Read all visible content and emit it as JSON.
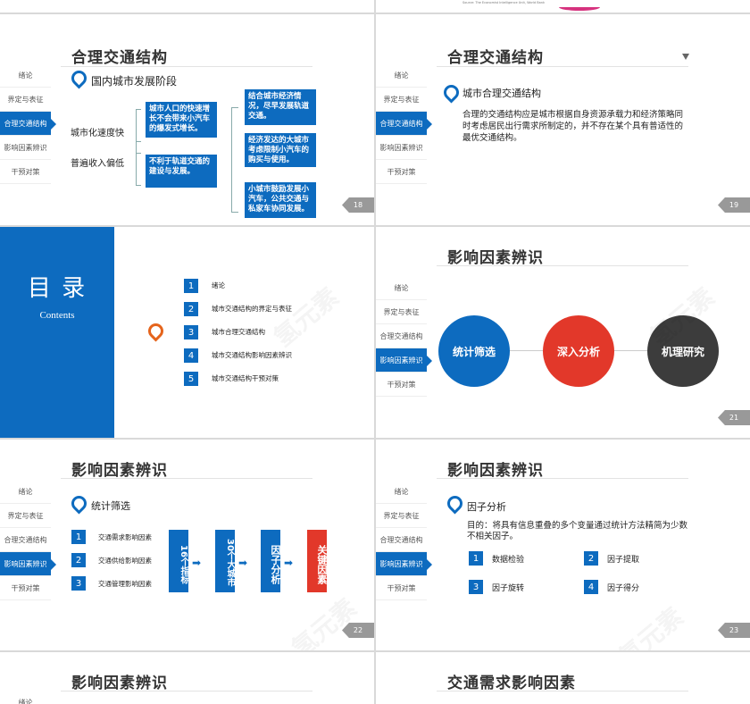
{
  "sidebar_items": [
    "绪论",
    "界定与表征",
    "合理交通结构",
    "影响因素辨识",
    "干预对策"
  ],
  "slide18": {
    "title": "合理交通结构",
    "subtitle": "国内城市发展阶段",
    "left1": "城市化速度快",
    "left2": "普遍收入偏低",
    "box_a": "城市人口的快速增长不会带来小汽车的爆发式增长。",
    "box_b": "不利于轨道交通的建设与发展。",
    "box_c": "经济发达的大城市考虑限制小汽车的购买与使用。",
    "box_d": "结合城市经济情况，尽早发展轨道交通。",
    "box_e": "小城市鼓励发展小汽车，公共交通与私家车协同发展。",
    "page": "18"
  },
  "slide19": {
    "title": "合理交通结构",
    "subtitle": "城市合理交通结构",
    "body": "合理的交通结构应是城市根据自身资源承载力和经济策略同时考虑居民出行需求所制定的，并不存在某个具有普适性的最优交通结构。",
    "page": "19",
    "source_text": "Source: The Economist Intelligence Unit, World Bank"
  },
  "slide20": {
    "title_big": "目 录",
    "title_en": "Contents",
    "items": [
      {
        "num": "1",
        "label": "绪论"
      },
      {
        "num": "2",
        "label": "城市交通结构的界定与表征"
      },
      {
        "num": "3",
        "label": "城市合理交通结构"
      },
      {
        "num": "4",
        "label": "城市交通结构影响因素辨识"
      },
      {
        "num": "5",
        "label": "城市交通结构干预对策"
      }
    ]
  },
  "slide21": {
    "title": "影响因素辨识",
    "c1": "统计筛选",
    "c2": "深入分析",
    "c3": "机理研究",
    "page": "21"
  },
  "slide22": {
    "title": "影响因素辨识",
    "subtitle": "统计筛选",
    "list": [
      {
        "num": "1",
        "label": "交通需求影响因素"
      },
      {
        "num": "2",
        "label": "交通供给影响因素"
      },
      {
        "num": "3",
        "label": "交通管理影响因素"
      }
    ],
    "v1": "16个指标",
    "v2": "30个大城市",
    "v3": "因子分析",
    "v4": "关键因素",
    "page": "22"
  },
  "slide23": {
    "title": "影响因素辨识",
    "subtitle": "因子分析",
    "desc": "目的：将具有信息重叠的多个变量通过统计方法精简为少数不相关因子。",
    "grid": [
      {
        "num": "1",
        "label": "数据检验"
      },
      {
        "num": "2",
        "label": "因子提取"
      },
      {
        "num": "3",
        "label": "因子旋转"
      },
      {
        "num": "4",
        "label": "因子得分"
      }
    ],
    "page": "23"
  },
  "slide24": {
    "title": "影响因素辨识",
    "side_first": "绪论"
  },
  "slide25": {
    "title": "交通需求影响因素"
  },
  "watermark": "氢元素",
  "colors": {
    "blue": "#0d6bbf",
    "red": "#e2382a",
    "dark": "#3c3c3c",
    "orange": "#e5641c"
  }
}
